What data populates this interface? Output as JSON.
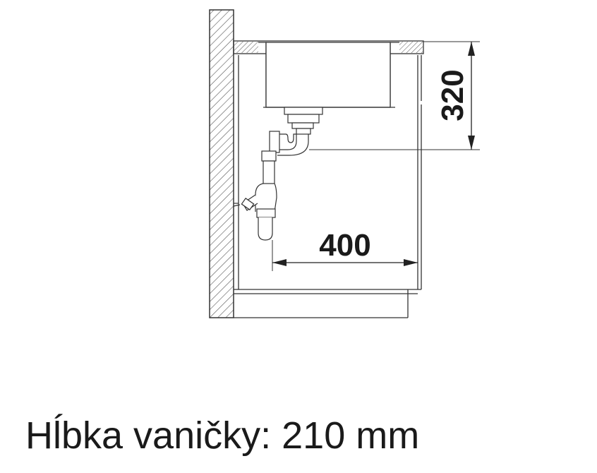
{
  "diagram": {
    "dimension_depth": "400",
    "dimension_height": "320",
    "caption": "Hĺbka vaničky: 210 mm"
  }
}
